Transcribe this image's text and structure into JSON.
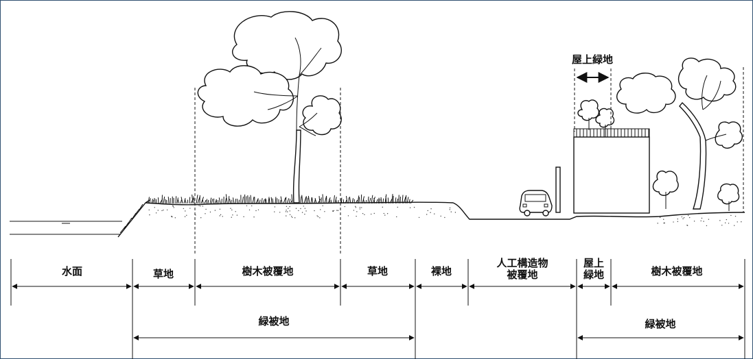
{
  "diagram": {
    "rooftop_top_label": "屋上緑地",
    "segments": [
      {
        "name": "segment-water",
        "label": "水面"
      },
      {
        "name": "segment-grass-1",
        "label": "草地"
      },
      {
        "name": "segment-tree-1",
        "label": "樹木被覆地"
      },
      {
        "name": "segment-grass-2",
        "label": "草地"
      },
      {
        "name": "segment-bare",
        "label": "裸地"
      },
      {
        "name": "segment-artificial",
        "label_line1": "人工構造物",
        "label_line2": "被覆地"
      },
      {
        "name": "segment-rooftop",
        "label_line1": "屋上",
        "label_line2": "緑地"
      },
      {
        "name": "segment-tree-2",
        "label": "樹木被覆地"
      }
    ],
    "green_areas": [
      {
        "label": "緑被地"
      },
      {
        "label": "緑被地"
      }
    ]
  },
  "colors": {
    "frame_border": "#2f4f6f",
    "line": "#111111",
    "background": "#ffffff"
  }
}
